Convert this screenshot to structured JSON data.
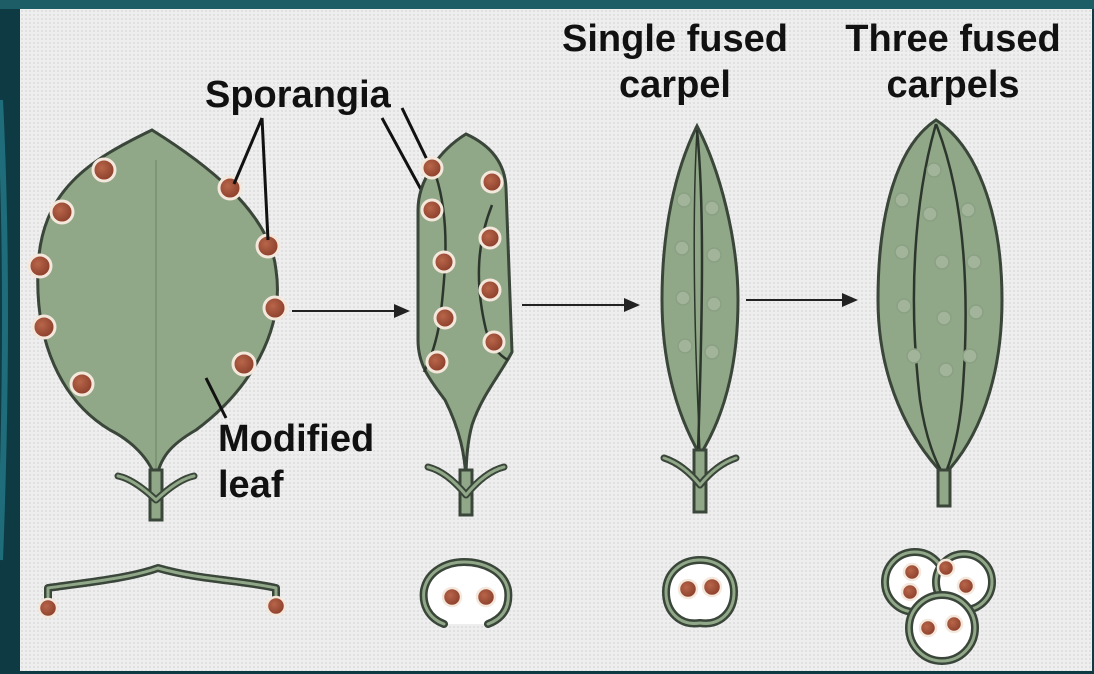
{
  "labels": {
    "sporangia": "Sporangia",
    "modified_leaf_line1": "Modified",
    "modified_leaf_line2": "leaf",
    "single_fused_line1": "Single fused",
    "single_fused_line2": "carpel",
    "three_fused_line1": "Three fused",
    "three_fused_line2": "carpels"
  },
  "colors": {
    "frame": "#0e3a44",
    "panel": "#eeeeee",
    "leaf_fill": "#90a887",
    "outline": "#3a463a",
    "sporangium": "#a3533a",
    "sporangium_rim": "#f4e7dc"
  },
  "stages": [
    "modified-leaf",
    "folding-leaf",
    "single-fused-carpel",
    "three-fused-carpels"
  ]
}
